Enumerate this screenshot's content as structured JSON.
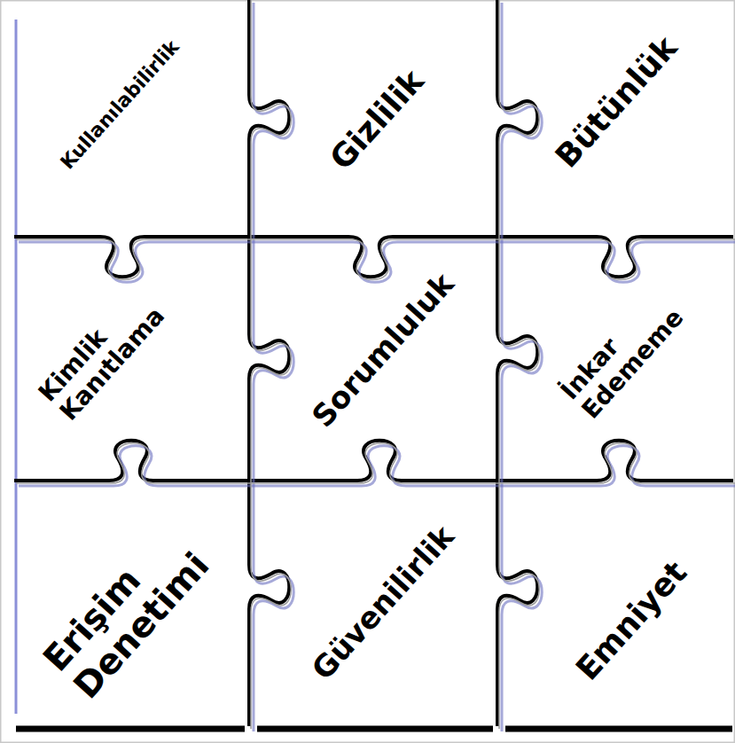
{
  "diagram": {
    "nodes": [
      {
        "text": [
          "Kullanılabilirlik"
        ]
      },
      {
        "text": [
          "Gizlilik"
        ]
      },
      {
        "text": [
          "Bütünlük"
        ]
      },
      {
        "text": [
          "Kimlik Kanıtlama"
        ]
      },
      {
        "text": [
          "Sorumluluk"
        ]
      },
      {
        "text": [
          "İnkar Edememe"
        ]
      },
      {
        "text": [
          "Erişim Denetimi"
        ]
      },
      {
        "text": [
          "Güvenilirlik"
        ]
      },
      {
        "text": [
          "Emniyet"
        ]
      }
    ]
  }
}
